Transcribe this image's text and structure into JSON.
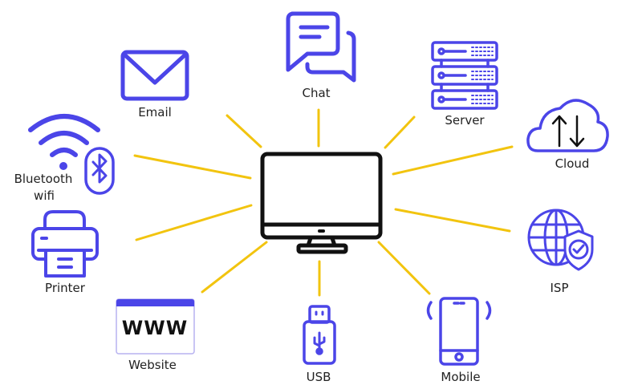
{
  "colors": {
    "icon": "#4b45e8",
    "connector": "#f2c40f",
    "computer": "#111111",
    "label": "#222222"
  },
  "center": {
    "name": "computer",
    "icon": "monitor-icon"
  },
  "nodes": [
    {
      "id": "email",
      "label": "Email",
      "icon": "envelope-icon"
    },
    {
      "id": "chat",
      "label": "Chat",
      "icon": "chat-bubbles-icon"
    },
    {
      "id": "server",
      "label": "Server",
      "icon": "server-rack-icon"
    },
    {
      "id": "cloud",
      "label": "Cloud",
      "icon": "cloud-transfer-icon"
    },
    {
      "id": "isp",
      "label": "ISP",
      "icon": "globe-shield-icon"
    },
    {
      "id": "mobile",
      "label": "Mobile",
      "icon": "smartphone-icon"
    },
    {
      "id": "usb",
      "label": "USB",
      "icon": "usb-drive-icon"
    },
    {
      "id": "website",
      "label": "Website",
      "icon": "browser-window-icon",
      "text": "WWW"
    },
    {
      "id": "printer",
      "label": "Printer",
      "icon": "printer-icon"
    },
    {
      "id": "bluetooth-wifi",
      "label": "Bluetooth\nwifi",
      "label_line1": "Bluetooth",
      "label_line2": "wifi",
      "icon": "wifi-bluetooth-icon"
    }
  ]
}
